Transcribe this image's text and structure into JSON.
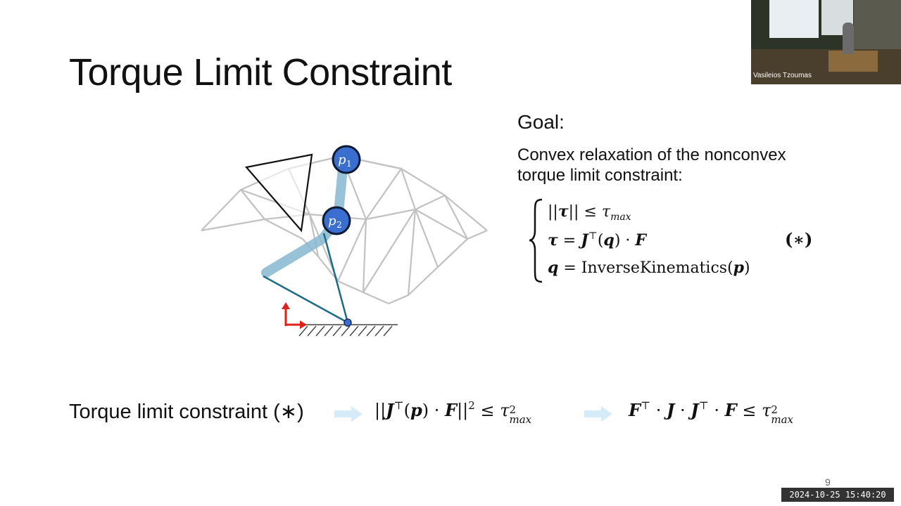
{
  "slide": {
    "title": "Torque Limit Constraint",
    "goal_heading": "Goal:",
    "goal_description": "Convex relaxation of the nonconvex torque limit constraint:",
    "equations": [
      "||τ|| ≤ τ_max",
      "τ = J^⊤(q) · F",
      "q = InverseKinematics(p)"
    ],
    "equation_tag": "(∗)",
    "bottom_label": "Torque limit constraint (∗)",
    "bottom_formula_1": "||J^⊤(p) · F||^2 ≤ τ_max^2",
    "bottom_formula_2": "F^⊤ · J · J^⊤ · F ≤ τ_max^2",
    "diagram_labels": {
      "p1": "p",
      "p1_sub": "1",
      "p2": "p",
      "p2_sub": "2"
    },
    "page_number": "9"
  },
  "webcam": {
    "name": "Vasileios Tzoumas"
  },
  "timestamp": "2024-10-25  15:40:20",
  "colors": {
    "joint_blue": "#2f5fc4",
    "arm_light": "#7fb1cc",
    "arm_dark": "#1e6a8a",
    "frame_red": "#e0201b",
    "mesh_gray": "#bdbdbd",
    "arrow_light": "#d5ecf8"
  }
}
